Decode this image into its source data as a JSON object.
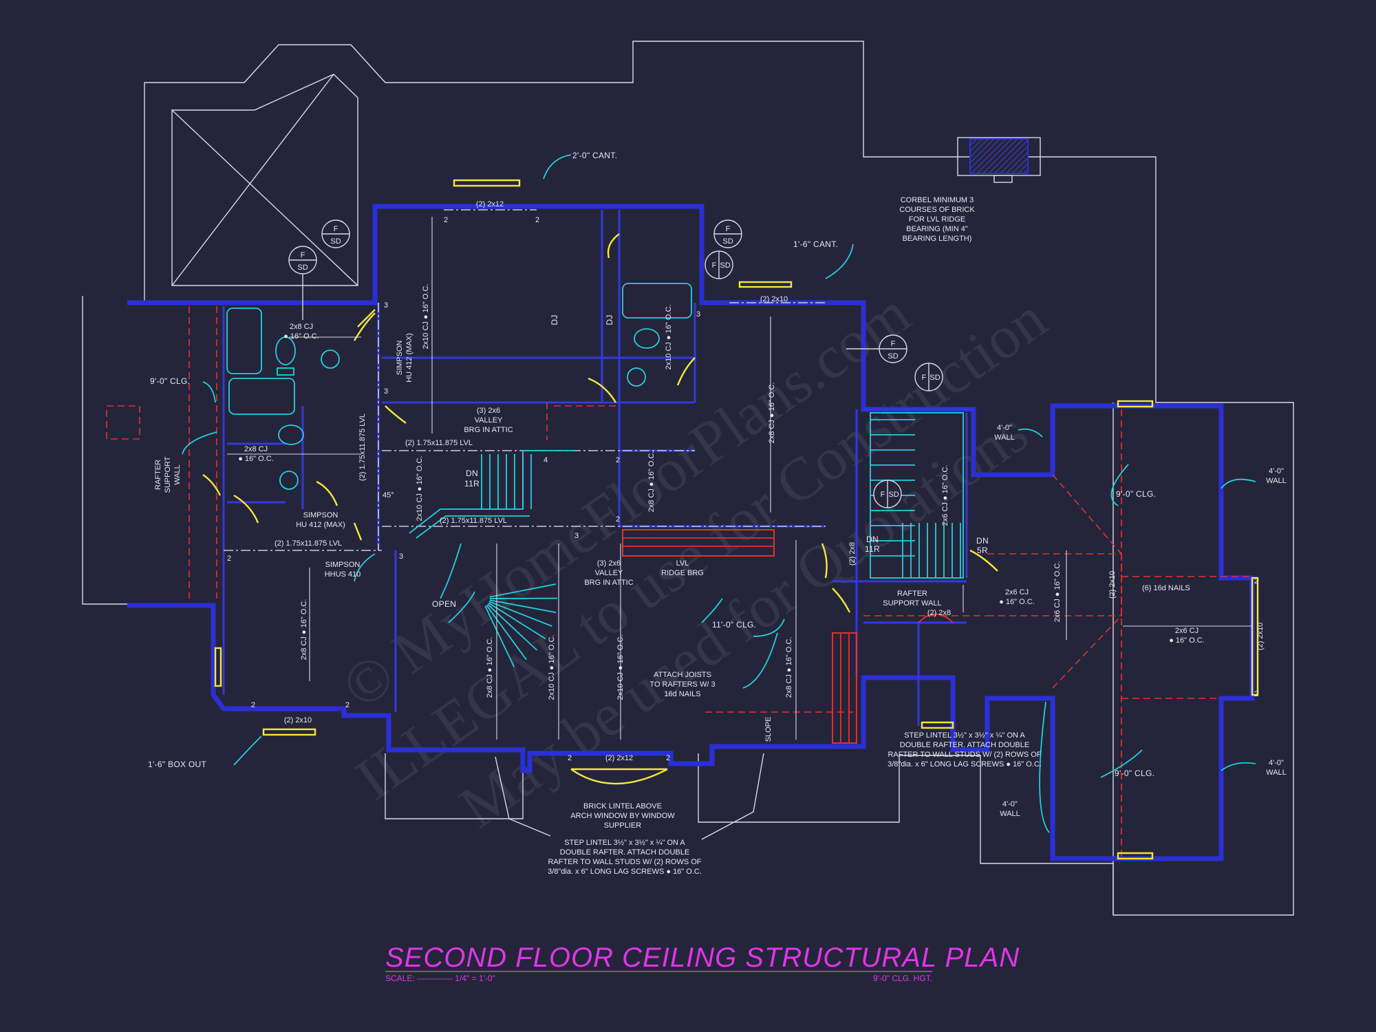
{
  "title": "SECOND FLOOR CEILING STRUCTURAL PLAN",
  "scale_label": "SCALE: ------------- 1/4\" = 1'-0\"",
  "ceiling_height": "9'-0\" CLG. HGT.",
  "watermark": {
    "line1": "© MyHomeFloorPlans.com",
    "line2": "ILLEGAL to use for Construction",
    "line3": "May be used for Quotations"
  },
  "colors": {
    "background": "#24253a",
    "wall": "#2b2fd6",
    "fixture": "#22d0e0",
    "window": "#f4e83a",
    "beam_red": "#e0322f",
    "title": "#e035e8",
    "line": "#d9dbe6"
  },
  "labels": {
    "cant_2": "2'-0\" CANT.",
    "cant_15": "1'-6\" CANT.",
    "corbel_1": "CORBEL MINIMUM 3",
    "corbel_2": "COURSES OF BRICK",
    "corbel_3": "FOR LVL RIDGE",
    "corbel_4": "BEARING (MIN 4\"",
    "corbel_5": "BEARING LENGTH)",
    "hdr_2x12_top": "(2) 2x12",
    "hdr_2x10_top": "(2) 2x10",
    "cj_2x8_1a": "2x8 CJ",
    "cj_2x8_1b": "● 16\" O.C.",
    "cj_2x8_2a": "2x8 CJ",
    "cj_2x8_2b": "● 16\" O.C.",
    "clg_9_left": "9'-0\" CLG.",
    "rafter_support_a": "RAFTER",
    "rafter_support_b": "SUPPORT",
    "rafter_support_c": "WALL",
    "simpson_a": "SIMPSON",
    "simpson_b": "HU 412 (MAX)",
    "simpson2_a": "SIMPSON",
    "simpson2_b": "HU 412 (MAX)",
    "simpson3_a": "SIMPSON",
    "simpson3_b": "HHUS 410",
    "lvl_1": "(2) 1.75x11.875 LVL",
    "lvl_2": "(2) 1.75x11.875 LVL",
    "lvl_3": "(2) 1.75x11.875 LVL",
    "lvl_vert": "(2) 1.75x11.875 LVL",
    "valley_a": "(3) 2x6",
    "valley_b": "VALLEY",
    "valley_c": "BRG IN ATTIC",
    "valley2_a": "(3) 2x6",
    "valley2_b": "VALLEY",
    "valley2_c": "BRG IN ATTIC",
    "lvl_ridge_a": "LVL",
    "lvl_ridge_b": "RIDGE BRG",
    "dn_a": "DN",
    "dn_b": "11R",
    "dn2_a": "DN",
    "dn2_b": "11R",
    "dn3_a": "DN",
    "dn3_b": "5R",
    "open": "OPEN",
    "deg45": "45°",
    "cj_2x10_vert": "2x10 CJ ● 16\" O.C.",
    "cj_2x8_vert": "2x8 CJ ● 16\" O.C.",
    "cj_2x6_vert": "2x6 CJ ● 16\" O.C.",
    "simpson_hu": "SIMPSON HU 412 (MAX)",
    "dj": "DJ",
    "clg_11": "11'-0\" CLG.",
    "attach_a": "ATTACH JOISTS",
    "attach_b": "TO RAFTERS W/ 3",
    "attach_c": "16d NAILS",
    "slope": "SLOPE",
    "rafter_wall_a": "RAFTER",
    "rafter_wall_b": "SUPPORT WALL",
    "hdr_2x8": "(2) 2x8",
    "cj_2x6_a": "2x6 CJ",
    "cj_2x6_b": "● 16\" O.C.",
    "cj_2x6_2a": "2x6 CJ",
    "cj_2x6_2b": "● 16\" O.C.",
    "nails_16d": "(6) 16d NAILS",
    "wall_4_1a": "4'-0\"",
    "wall_4_1b": "WALL",
    "wall_4_2a": "4'-0\"",
    "wall_4_2b": "WALL",
    "wall_4_3a": "4'-0\"",
    "wall_4_3b": "WALL",
    "wall_4_4a": "4'-0\"",
    "wall_4_4b": "WALL",
    "clg_9_r1": "9'-0\" CLG.",
    "clg_9_r2": "9'-0\" CLG.",
    "hdr_2x10_r": "(2) 2x10",
    "hdr_2x10_r2": "(2) 2x10",
    "step_r_1": "STEP LINTEL 3½\" x 3½\" x ¼\" ON A",
    "step_r_2": "DOUBLE RAFTER. ATTACH DOUBLE",
    "step_r_3": "RAFTER TO WALL STUDS W/ (2) ROWS OF",
    "step_r_4": "3/8\"dia. x 6\" LONG LAG SCREWS ● 16\" O.C.",
    "step_b_1": "STEP LINTEL 3½\" x 3½\" x ¼\" ON A",
    "step_b_2": "DOUBLE RAFTER. ATTACH DOUBLE",
    "step_b_3": "RAFTER TO WALL STUDS W/ (2) ROWS OF",
    "step_b_4": "3/8\"dia. x 6\" LONG LAG SCREWS ● 16\" O.C.",
    "brick_a": "BRICK LINTEL ABOVE",
    "brick_b": "ARCH WINDOW BY WINDOW",
    "brick_c": "SUPPLIER",
    "hdr_2x12_bot": "(2) 2x12",
    "hdr_2x10_bot": "(2) 2x10",
    "box_out": "1'-6\" BOX OUT",
    "post_2": "2",
    "post_3": "3",
    "post_4": "4",
    "sd_f": "F",
    "sd_sd": "SD"
  }
}
